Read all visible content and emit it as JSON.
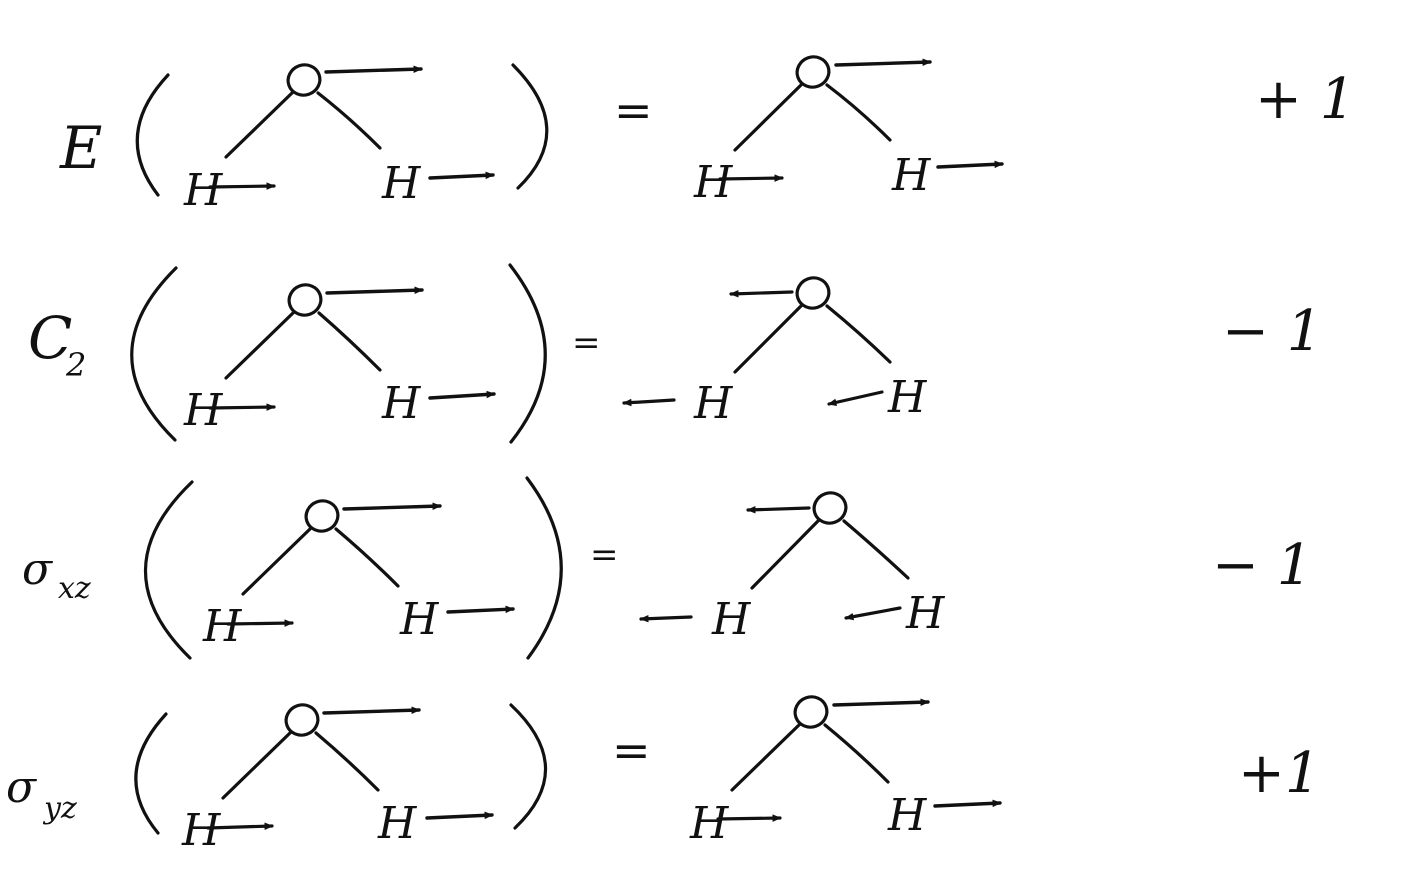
{
  "title": "",
  "rows": [
    {
      "operation": {
        "main": "E",
        "sub": ""
      },
      "equals": "=",
      "character": "+ 1",
      "before": {
        "o": "O",
        "h_left": "H",
        "h_right": "H",
        "arrows": [
          "right",
          "right",
          "right"
        ]
      },
      "after": {
        "o": "O",
        "h_left": "H",
        "h_right": "H",
        "arrows": [
          "right",
          "right",
          "right"
        ]
      }
    },
    {
      "operation": {
        "main": "C",
        "sub": "2"
      },
      "equals": "=",
      "character": "− 1",
      "before": {
        "o": "O",
        "h_left": "H",
        "h_right": "H",
        "arrows": [
          "right",
          "right",
          "right"
        ]
      },
      "after": {
        "o": "O",
        "h_left": "H",
        "h_right": "H",
        "arrows": [
          "left",
          "left",
          "left"
        ]
      }
    },
    {
      "operation": {
        "main": "σ",
        "sub": "xz"
      },
      "equals": "=",
      "character": "− 1",
      "before": {
        "o": "O",
        "h_left": "H",
        "h_right": "H",
        "arrows": [
          "right",
          "right",
          "right"
        ]
      },
      "after": {
        "o": "O",
        "h_left": "H",
        "h_right": "H",
        "arrows": [
          "left",
          "left",
          "left"
        ]
      }
    },
    {
      "operation": {
        "main": "σ",
        "sub": "yz"
      },
      "equals": "=",
      "character": "+1",
      "before": {
        "o": "O",
        "h_left": "H",
        "h_right": "H",
        "arrows": [
          "right",
          "right",
          "right"
        ]
      },
      "after": {
        "o": "O",
        "h_left": "H",
        "h_right": "H",
        "arrows": [
          "right",
          "right",
          "right"
        ]
      }
    }
  ],
  "colors": {
    "ink": "#111111",
    "background": "#ffffff"
  }
}
